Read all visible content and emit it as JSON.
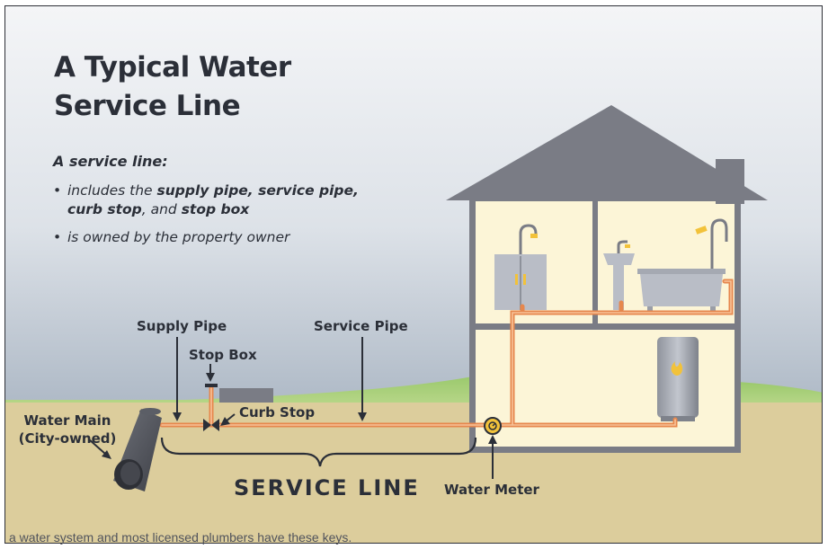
{
  "title_line1": "A Typical Water",
  "title_line2": "Service Line",
  "intro": "A service line:",
  "bullet1": {
    "dot": "•",
    "t1": "includes the ",
    "b1": "supply pipe, service pipe,",
    "b2": "curb stop",
    "t2": ", and ",
    "b3": "stop box"
  },
  "bullet2": {
    "dot": "•",
    "t1": "is owned by the property owner"
  },
  "labels": {
    "supply_pipe": "Supply Pipe",
    "service_pipe": "Service Pipe",
    "stop_box": "Stop Box",
    "curb_stop": "Curb Stop",
    "water_main_1": "Water Main",
    "water_main_2": "(City-owned)",
    "water_meter": "Water Meter",
    "service_line": "SERVICE LINE"
  },
  "footer_fragment": "a water system and most licensed plumbers have these keys.",
  "colors": {
    "sky_top": "#f3f4f6",
    "sky_bottom": "#b3bdc9",
    "grass": "#8dc05e",
    "soil": "#dccd9c",
    "roof": "#7a7c85",
    "interior": "#fcf5d7",
    "pipe": "#f0a06a",
    "text": "#2b2f38"
  }
}
